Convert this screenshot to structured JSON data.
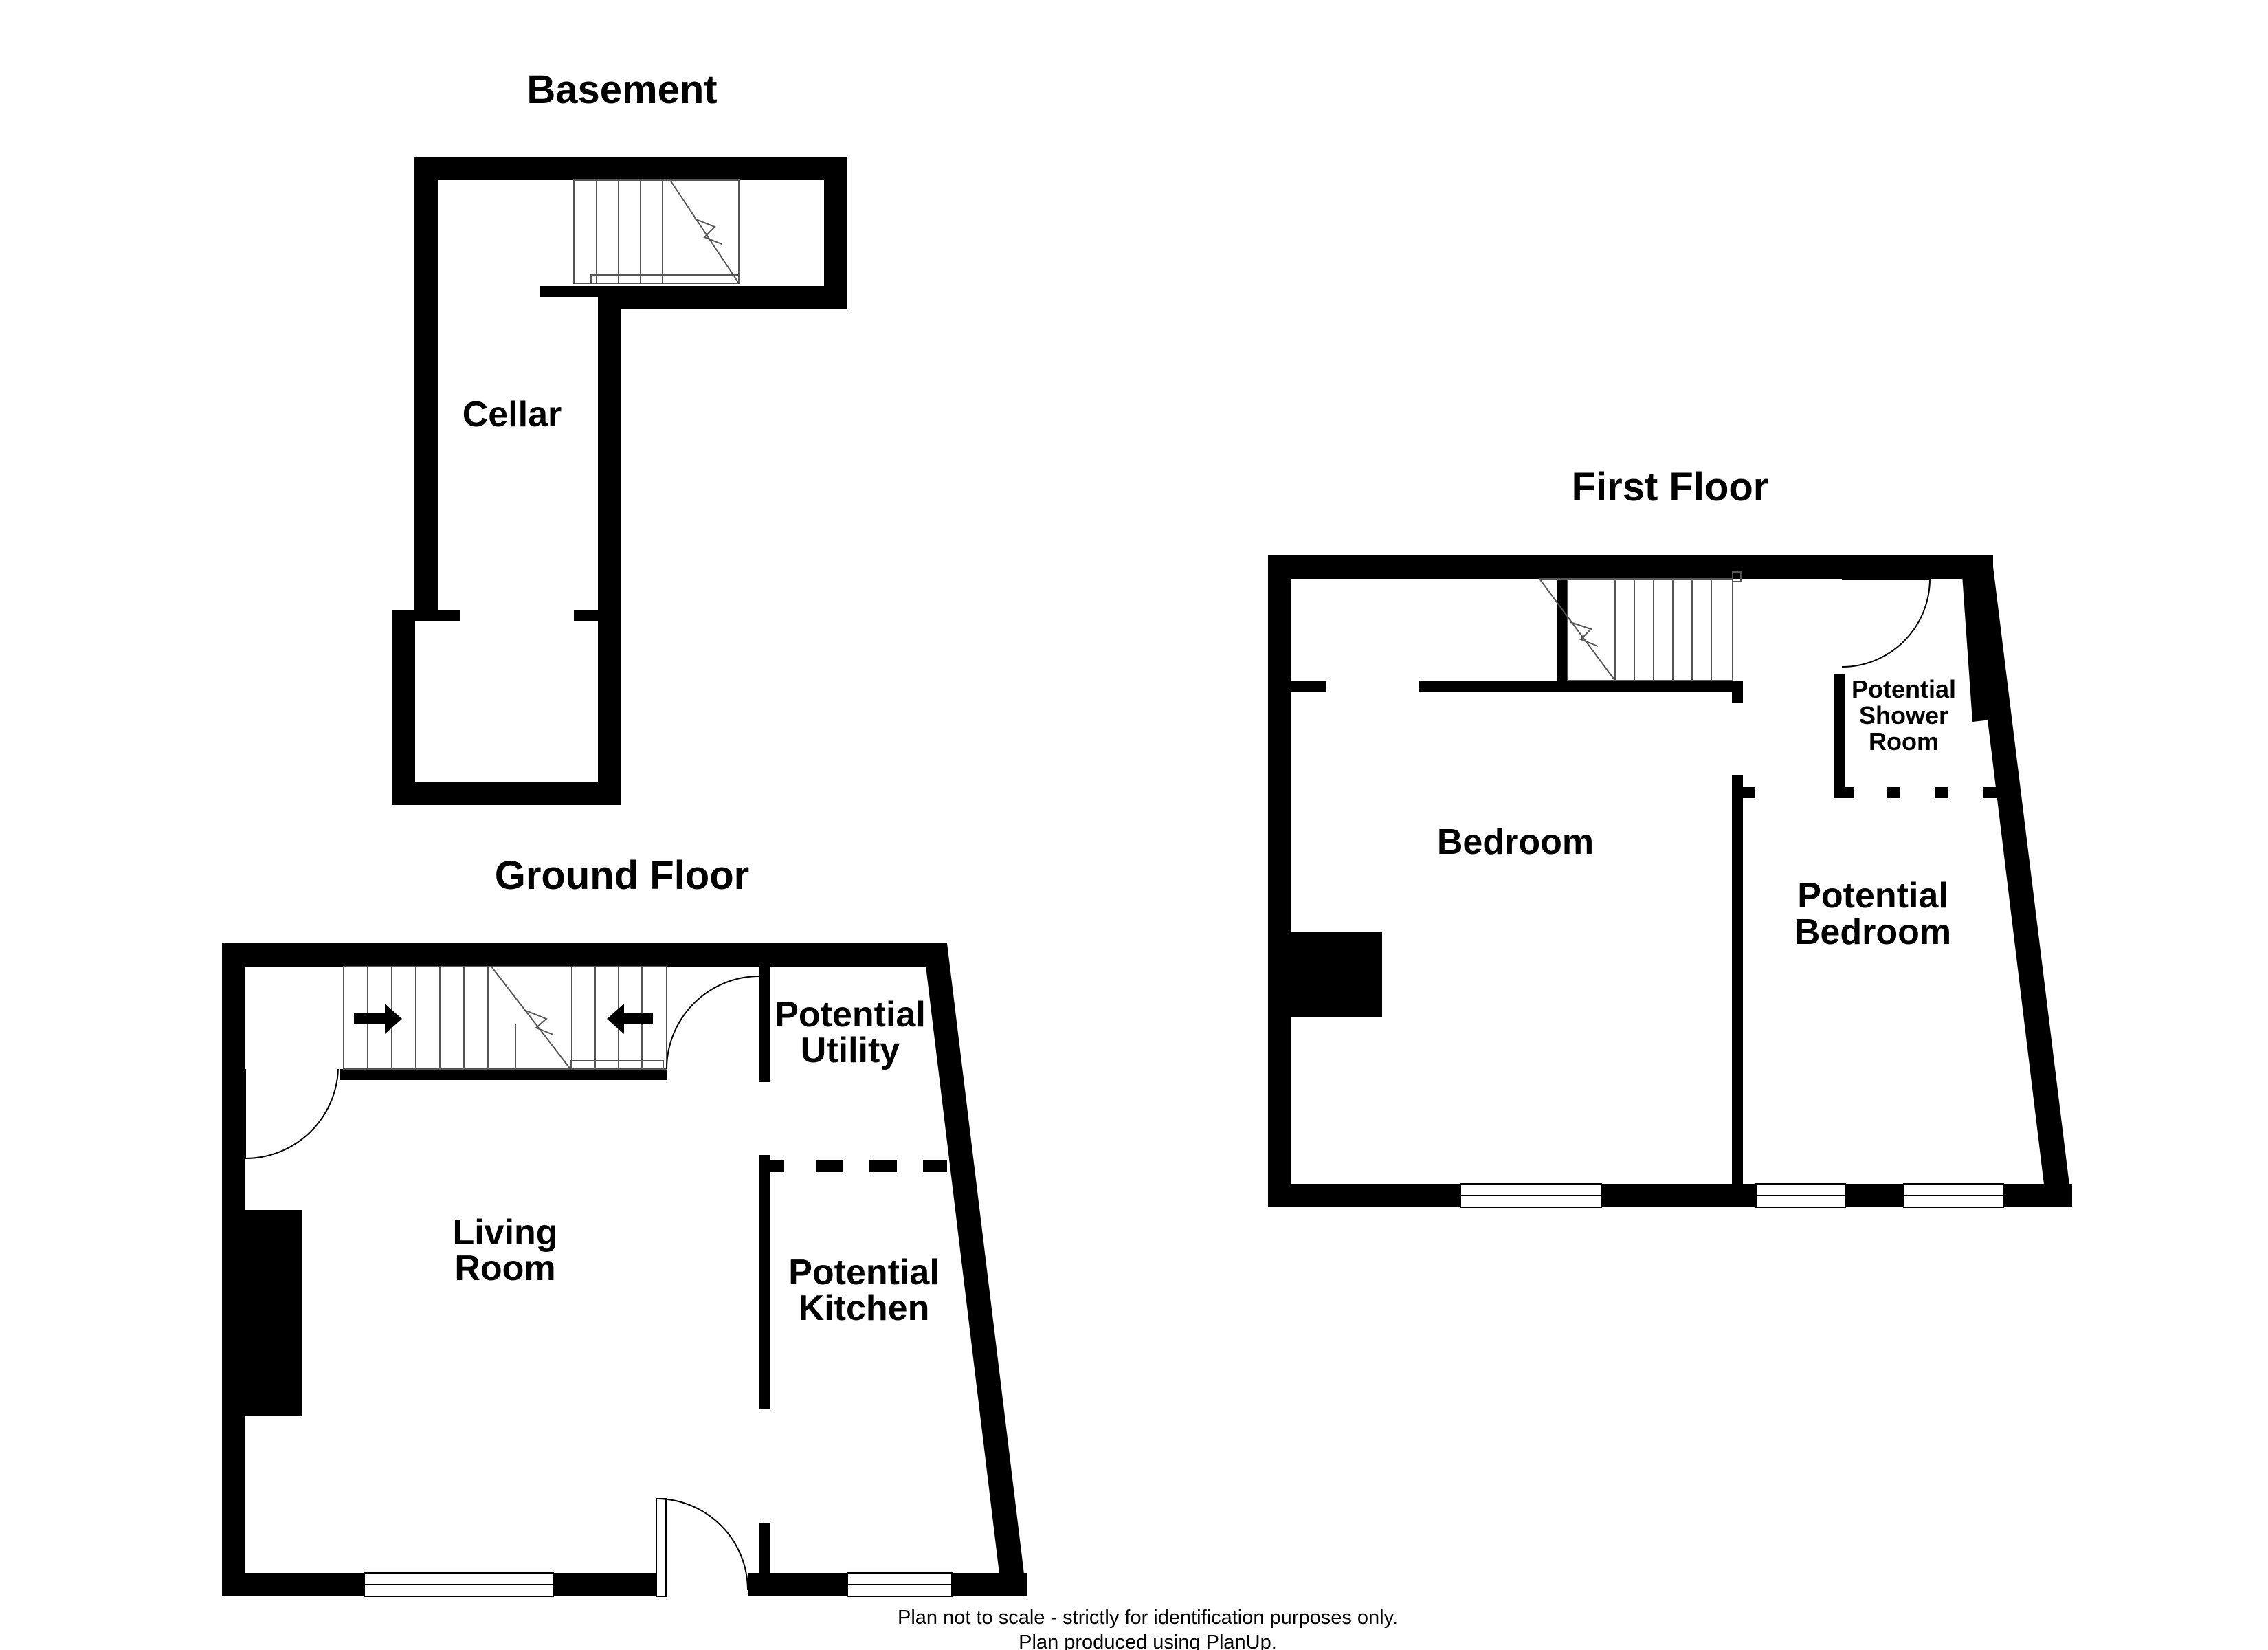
{
  "floors": {
    "basement": {
      "title": "Basement",
      "rooms": {
        "cellar": "Cellar"
      }
    },
    "ground": {
      "title": "Ground Floor",
      "rooms": {
        "living_line1": "Living",
        "living_line2": "Room",
        "utility_line1": "Potential",
        "utility_line2": "Utility",
        "kitchen_line1": "Potential",
        "kitchen_line2": "Kitchen"
      }
    },
    "first": {
      "title": "First Floor",
      "rooms": {
        "bedroom": "Bedroom",
        "shower_line1": "Potential",
        "shower_line2": "Shower",
        "shower_line3": "Room",
        "pbed_line1": "Potential",
        "pbed_line2": "Bedroom"
      }
    }
  },
  "footer": {
    "line1": "Plan not to scale - strictly for identification purposes only.",
    "line2": "Plan produced using PlanUp."
  },
  "colors": {
    "wall": "#000000",
    "background": "#ffffff"
  }
}
